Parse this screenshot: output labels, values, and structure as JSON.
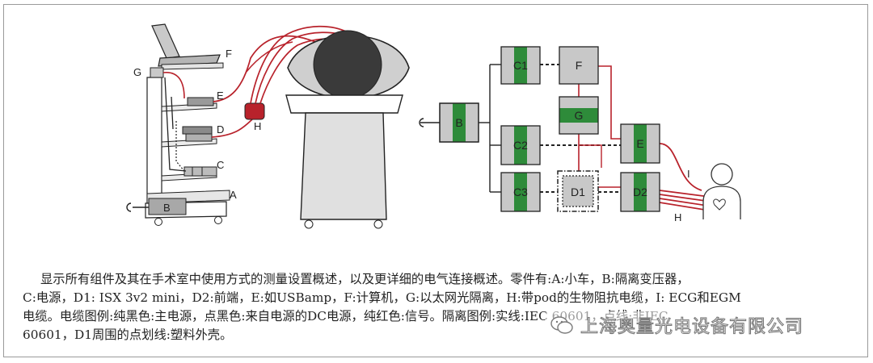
{
  "cart_labels": {
    "A": "A",
    "B": "B",
    "C": "C",
    "D": "D",
    "E": "E",
    "F": "F",
    "G": "G",
    "H": "H"
  },
  "schematic_labels": {
    "B": "B",
    "C1": "C1",
    "C2": "C2",
    "C3": "C3",
    "F": "F",
    "G": "G",
    "E": "E",
    "D1": "D1",
    "D2": "D2",
    "I": "I",
    "H": "H"
  },
  "caption": {
    "line1": "显示所有组件及其在手术室中使用方式的测量设置概述，以及更详细的电气连接概述。零件有:A:小车，B:隔离变压器，",
    "line2": "C:电源，D1: ISX 3v2 mini，D2:前端，E:如USBamp，F:计算机，G:以太网光隔离，H:带pod的生物阻抗电缆，I: ECG和EGM",
    "line3": "电缆。电缆图例:纯黑色:主电源，点黑色:来自电源的DC电源，纯红色:信号。隔离图例:实线:IEC 60601，点线:非IEC",
    "line4": "60601，D1周围的点划线:塑料外壳。"
  },
  "watermark": {
    "text": "上海奥量光电设备有限公司",
    "icon": "wechat-icon"
  },
  "colors": {
    "signal_red": "#b8222b",
    "green": "#2e8b3a",
    "box_gray": "#c8c8c8"
  }
}
